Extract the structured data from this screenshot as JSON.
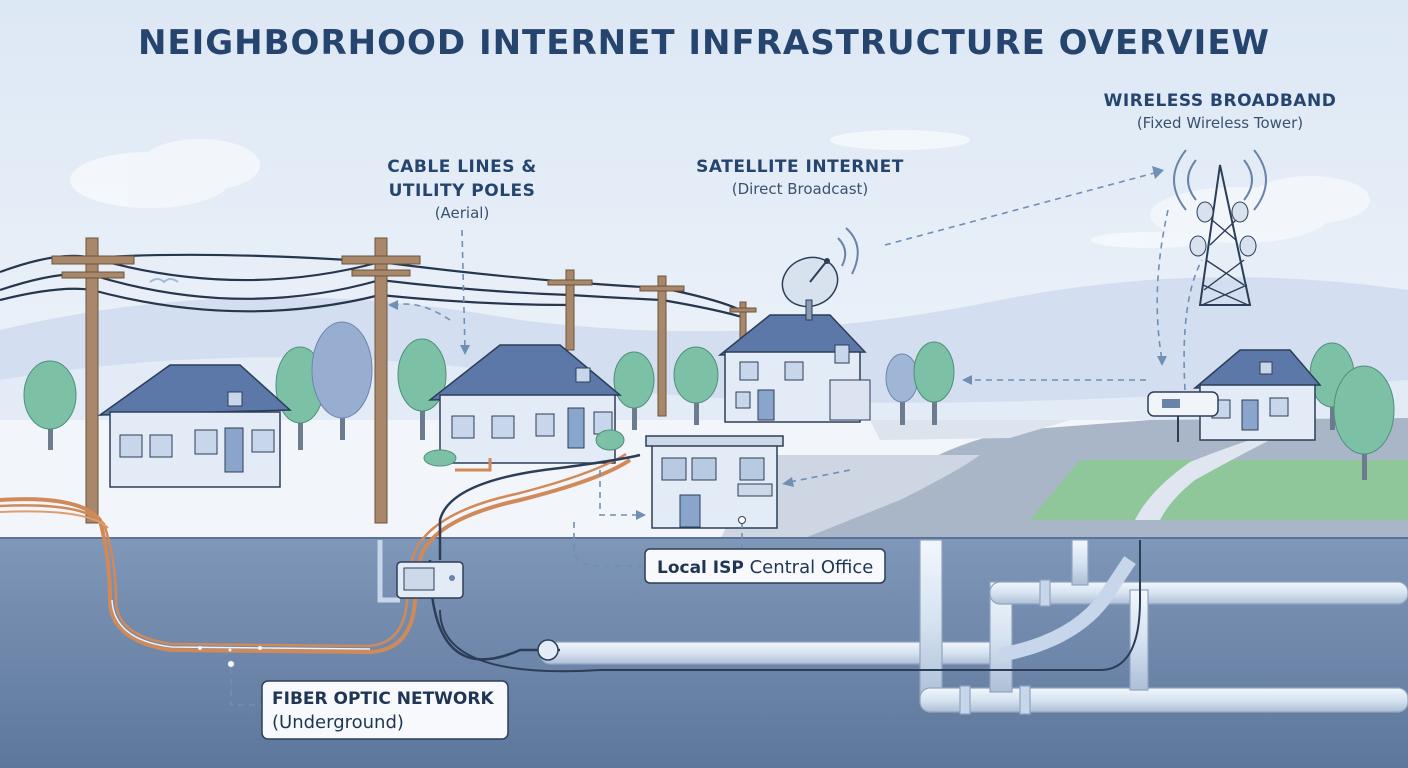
{
  "title": "NEIGHBORHOOD INTERNET INFRASTRUCTURE OVERVIEW",
  "labels": {
    "cable": {
      "line1": "CABLE LINES &",
      "line2": "UTILITY POLES",
      "sub": "(Aerial)"
    },
    "satellite": {
      "line1": "SATELLITE INTERNET",
      "sub": "(Direct Broadcast)"
    },
    "wireless": {
      "line1": "WIRELESS BROADBAND",
      "sub": "(Fixed Wireless Tower)"
    },
    "isp": {
      "text_bold": "Local ISP",
      "text_rest": " Central Office"
    },
    "fiber": {
      "line1": "FIBER OPTIC NETWORK",
      "sub": "(Underground)"
    }
  },
  "icons": [
    "utility-pole-icon",
    "satellite-dish-icon",
    "wireless-tower-icon",
    "house-icon",
    "isp-building-icon",
    "junction-box-icon",
    "wireless-router-icon",
    "tree-icon"
  ],
  "colors": {
    "title": "#26456e",
    "sky": "#e6eef8",
    "underground": "#6a84a8",
    "fiber_cable": "#d08a5a",
    "pipe": "#dbe7f4",
    "grass": "#8fc79a"
  }
}
